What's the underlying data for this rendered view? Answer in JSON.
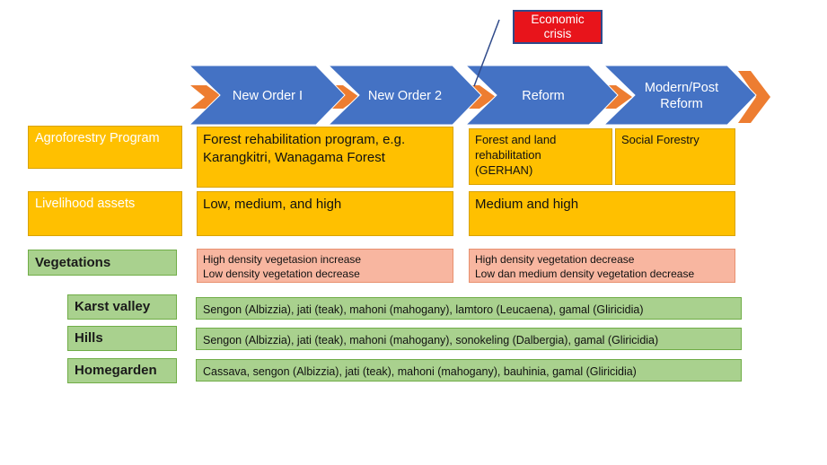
{
  "periods": [
    "New Order I",
    "New Order 2",
    "Reform",
    "Modern/Post",
    "Reform"
  ],
  "callout": {
    "line1": "Economic",
    "line2": "crisis"
  },
  "rows": {
    "agroforestry": {
      "label": "Agroforestry Program",
      "new_order": [
        "Forest rehabilitation program, e.g.",
        "Karangkitri, Wanagama Forest"
      ],
      "reform": [
        "Forest and land",
        "rehabilitation",
        "(GERHAN)"
      ],
      "modern": "Social Forestry"
    },
    "livelihood": {
      "label": "Livelihood assets",
      "new_order": "Low, medium, and high",
      "reform": "Medium and high"
    },
    "vegetations": {
      "label": "Vegetations",
      "new_order": [
        "High density vegetasion increase",
        "Low density vegetation decrease"
      ],
      "reform": [
        "High density vegetation decrease",
        "Low dan medium density vegetation decrease"
      ]
    }
  },
  "landscapes": [
    {
      "label": "Karst valley",
      "species": "Sengon (Albizzia), jati (teak), mahoni (mahogany), lamtoro (Leucaena), gamal (Gliricidia)"
    },
    {
      "label": "Hills",
      "species": "Sengon (Albizzia), jati (teak), mahoni (mahogany), sonokeling (Dalbergia), gamal (Gliricidia)"
    },
    {
      "label": "Homegarden",
      "species": "Cassava, sengon (Albizzia),  jati (teak), mahoni (mahogany), bauhinia, gamal (Gliricidia)"
    }
  ],
  "colors": {
    "chevron": "#4472C4",
    "chevron_accent": "#ED7D31",
    "program_box": "#FFC000",
    "vegetation_box": "#F8B6A0",
    "landscape_box": "#A9D18E",
    "crisis_box": "#E8141B"
  }
}
